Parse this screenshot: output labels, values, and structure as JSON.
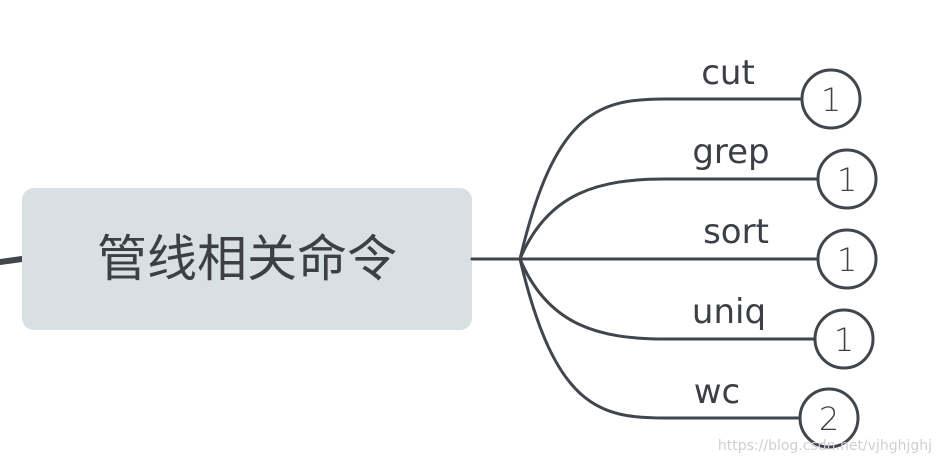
{
  "central": {
    "label": "管线相关命令"
  },
  "branches": [
    {
      "label": "cut",
      "badge": "1"
    },
    {
      "label": "grep",
      "badge": "1"
    },
    {
      "label": "sort",
      "badge": "1"
    },
    {
      "label": "uniq",
      "badge": "1"
    },
    {
      "label": "wc",
      "badge": "2"
    }
  ],
  "watermark": "https://blog.csdn.net/vjhghjghj",
  "colors": {
    "line": "#41464d",
    "central_fill": "#d9e0e3",
    "text": "#3c4046",
    "watermark": "#cfcfcf"
  }
}
